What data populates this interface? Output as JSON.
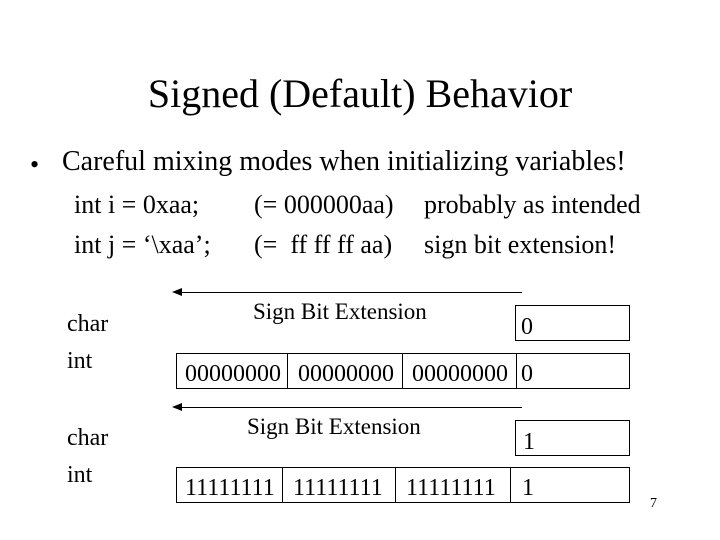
{
  "slide": {
    "title": "Signed (Default) Behavior",
    "bullet": "Careful mixing modes when initializing variables!",
    "code_lines": [
      {
        "decl": "int i = 0xaa;",
        "value": "(= 000000aa)",
        "note": "probably as intended"
      },
      {
        "decl": "int j = ‘\\xaa’;",
        "value": "(=  ff ff ff aa)",
        "note": "sign bit extension!"
      }
    ],
    "diagram1": {
      "char_label": "char",
      "int_label": "int",
      "arrow_label": "Sign Bit Extension",
      "char_bit": "0",
      "int_bytes": [
        "00000000",
        "00000000",
        "00000000"
      ],
      "int_last": "0"
    },
    "diagram2": {
      "char_label": "char",
      "int_label": "int",
      "arrow_label": "Sign Bit Extension",
      "char_bit": "1",
      "int_bytes": [
        "11111111",
        "11111111",
        "11111111"
      ],
      "int_last": "1"
    },
    "page_number": "7"
  }
}
